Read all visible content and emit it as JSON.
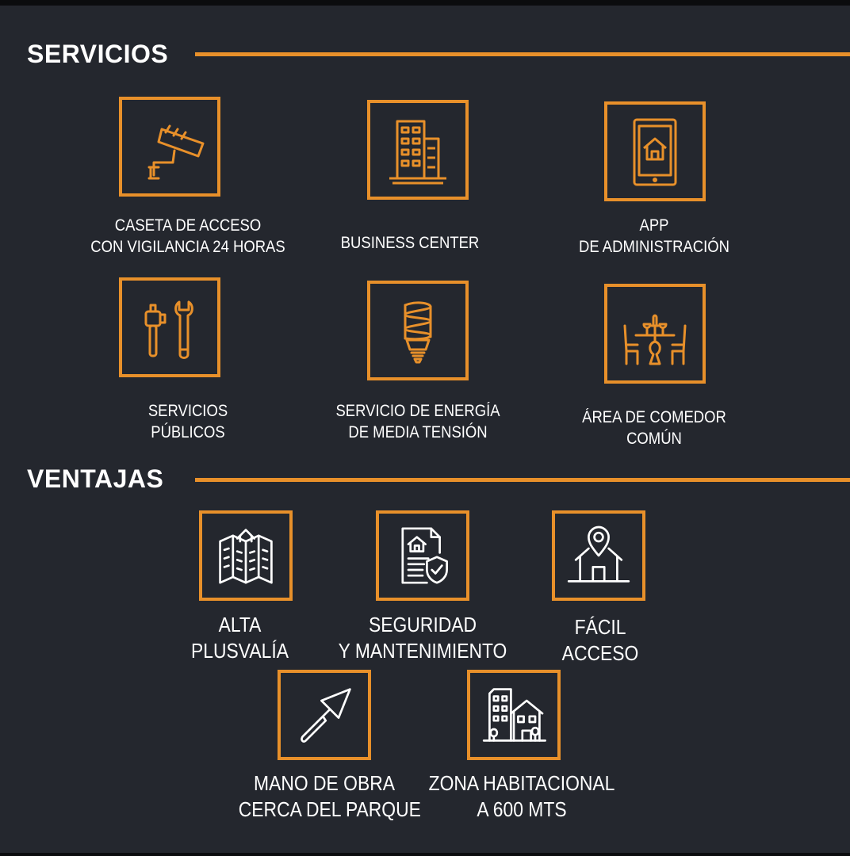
{
  "servicios": {
    "title": "SERVICIOS",
    "items": [
      {
        "icon": "security-camera-icon",
        "line1": "CASETA DE ACCESO",
        "line2": "CON VIGILANCIA 24 HORAS"
      },
      {
        "icon": "office-building-icon",
        "line1": "BUSINESS CENTER",
        "line2": ""
      },
      {
        "icon": "tablet-app-icon",
        "line1": "APP",
        "line2": "DE ADMINISTRACIÓN"
      },
      {
        "icon": "tools-icon",
        "line1": "SERVICIOS",
        "line2": "PÚBLICOS"
      },
      {
        "icon": "energy-bulb-icon",
        "line1": "SERVICIO DE ENERGÍA",
        "line2": "DE MEDIA TENSIÓN"
      },
      {
        "icon": "dining-table-icon",
        "line1": "ÁREA DE COMEDOR",
        "line2": "COMÚN"
      }
    ]
  },
  "ventajas": {
    "title": "VENTAJAS",
    "items": [
      {
        "icon": "city-map-icon",
        "line1": "ALTA",
        "line2": "PLUSVALÍA"
      },
      {
        "icon": "secure-document-icon",
        "line1": "SEGURIDAD",
        "line2": "Y MANTENIMIENTO"
      },
      {
        "icon": "location-house-icon",
        "line1": "FÁCIL",
        "line2": "ACCESO"
      },
      {
        "icon": "trowel-icon",
        "line1": "MANO DE OBRA",
        "line2": "CERCA DEL PARQUE"
      },
      {
        "icon": "residential-zone-icon",
        "line1": "ZONA HABITACIONAL",
        "line2": "A 600 MTS"
      }
    ]
  },
  "colors": {
    "accent": "#e8902a",
    "background": "#24272e",
    "text": "#ffffff"
  }
}
